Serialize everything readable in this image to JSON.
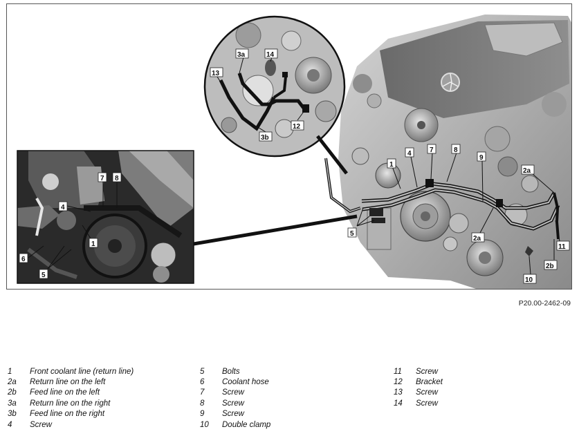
{
  "figure": {
    "id": "P20.00-2462-09",
    "callouts": {
      "c1": "1",
      "c2a": "2a",
      "c2b": "2b",
      "c3a": "3a",
      "c3b": "3b",
      "c4": "4",
      "c5": "5",
      "c6": "6",
      "c7": "7",
      "c8": "8",
      "c9": "9",
      "c10": "10",
      "c11": "11",
      "c12": "12",
      "c13": "13",
      "c14": "14"
    }
  },
  "legend": {
    "col1": [
      {
        "num": "1",
        "text": "Front coolant line (return line)"
      },
      {
        "num": "2a",
        "text": "Return line on the left"
      },
      {
        "num": "2b",
        "text": "Feed line on the left"
      },
      {
        "num": "3a",
        "text": "Return line on the right"
      },
      {
        "num": "3b",
        "text": "Feed line on the right"
      },
      {
        "num": "4",
        "text": "Screw"
      }
    ],
    "col2": [
      {
        "num": "5",
        "text": "Bolts"
      },
      {
        "num": "6",
        "text": "Coolant hose"
      },
      {
        "num": "7",
        "text": "Screw"
      },
      {
        "num": "8",
        "text": "Screw"
      },
      {
        "num": "9",
        "text": "Screw"
      },
      {
        "num": "10",
        "text": "Double clamp"
      }
    ],
    "col3": [
      {
        "num": "11",
        "text": "Screw"
      },
      {
        "num": "12",
        "text": "Bracket"
      },
      {
        "num": "13",
        "text": "Screw"
      },
      {
        "num": "14",
        "text": "Screw"
      }
    ]
  }
}
